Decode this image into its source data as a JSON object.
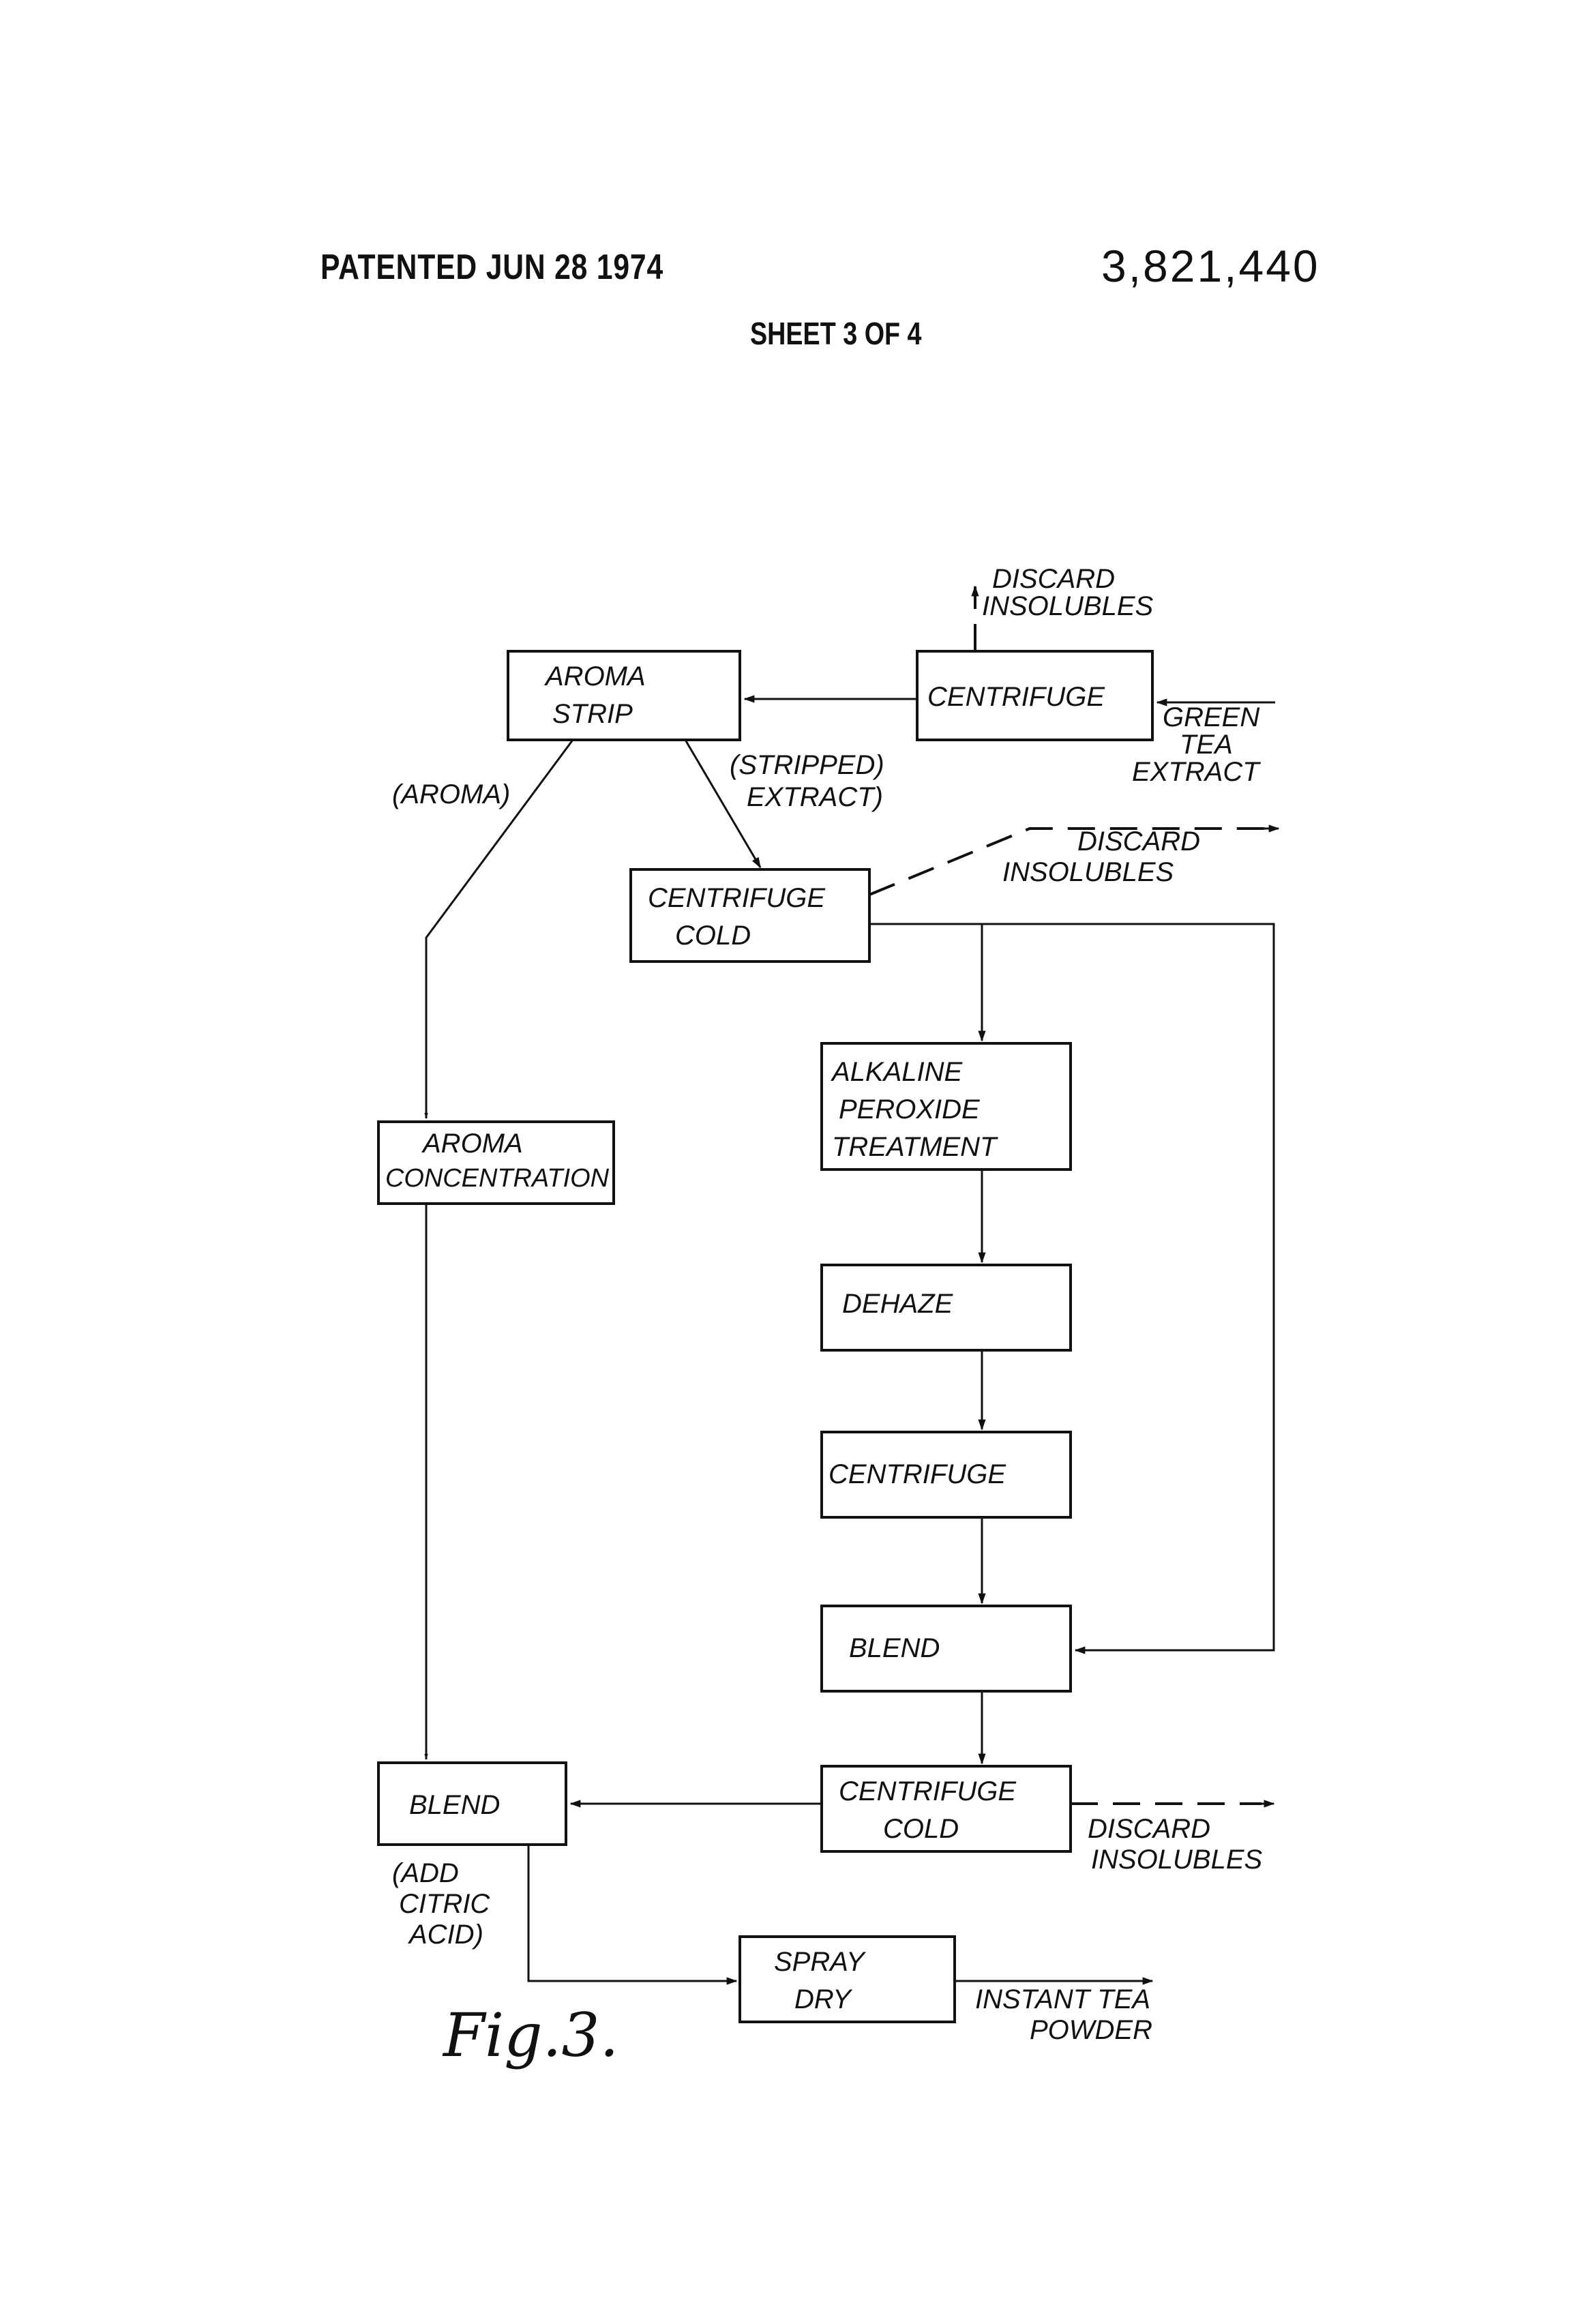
{
  "header": {
    "patented": "PATENTED JUN 28 1974",
    "patent_number": "3,821,440",
    "sheet": "SHEET 3 OF 4"
  },
  "figure_label": "Fig.3.",
  "boxes": {
    "aroma_strip": [
      "AROMA",
      "STRIP"
    ],
    "centrifuge_top": [
      "CENTRIFUGE"
    ],
    "centrifuge_cold_1": [
      "CENTRIFUGE",
      "COLD"
    ],
    "alkaline": [
      "ALKALINE",
      "PEROXIDE",
      "TREATMENT"
    ],
    "dehaze": [
      "DEHAZE"
    ],
    "centrifuge_mid": [
      "CENTRIFUGE"
    ],
    "blend_right": [
      "BLEND"
    ],
    "aroma_concentration": [
      "AROMA",
      "CONCENTRATION"
    ],
    "centrifuge_cold_2": [
      "CENTRIFUGE",
      "COLD"
    ],
    "blend_left": [
      "BLEND"
    ],
    "spray_dry": [
      "SPRAY",
      "DRY"
    ]
  },
  "labels": {
    "discard_top": [
      "DISCARD",
      "INSOLUBLES"
    ],
    "green_tea": [
      "GREEN",
      "TEA",
      "EXTRACT"
    ],
    "aroma": "(AROMA)",
    "stripped": [
      "(STRIPPED)",
      "EXTRACT)"
    ],
    "discard_mid": [
      "DISCARD",
      "INSOLUBLES"
    ],
    "discard_bottom": [
      "DISCARD",
      "INSOLUBLES"
    ],
    "citric": [
      "(ADD",
      "CITRIC",
      "ACID)"
    ],
    "instant": [
      "INSTANT TEA",
      "POWDER"
    ]
  }
}
